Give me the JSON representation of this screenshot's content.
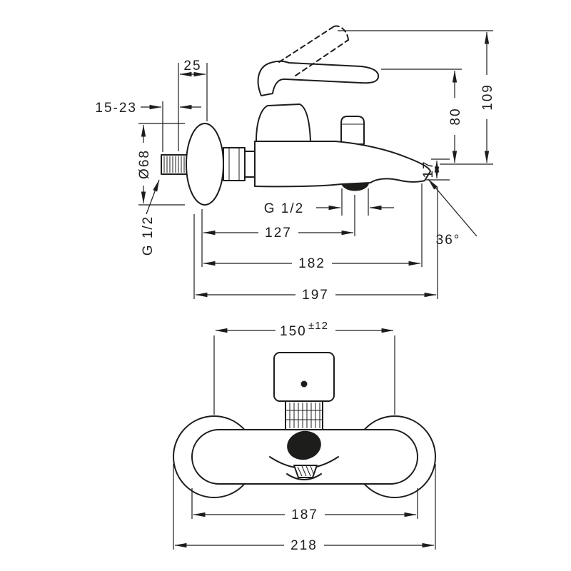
{
  "drawing": {
    "type": "technical-dimension-drawing",
    "product": "wall-mounted single-lever bath mixer",
    "line_color": "#1d1d1b",
    "background_color": "#ffffff",
    "side_view": {
      "wall_offset": "25",
      "wall_adjust_range": "15-23",
      "flange_diameter": "Ø68",
      "inlet_thread": "G 1/2",
      "outlet_thread": "G 1/2",
      "outlet_center_depth": "127",
      "spout_tip_depth": "182",
      "total_depth": "197",
      "handle_height": "80",
      "total_height": "109",
      "spout_drop": "17",
      "spout_angle": "36°"
    },
    "front_view": {
      "pipe_centers": "150",
      "pipe_centers_tolerance": "±12",
      "body_width": "187",
      "total_width": "218"
    }
  }
}
